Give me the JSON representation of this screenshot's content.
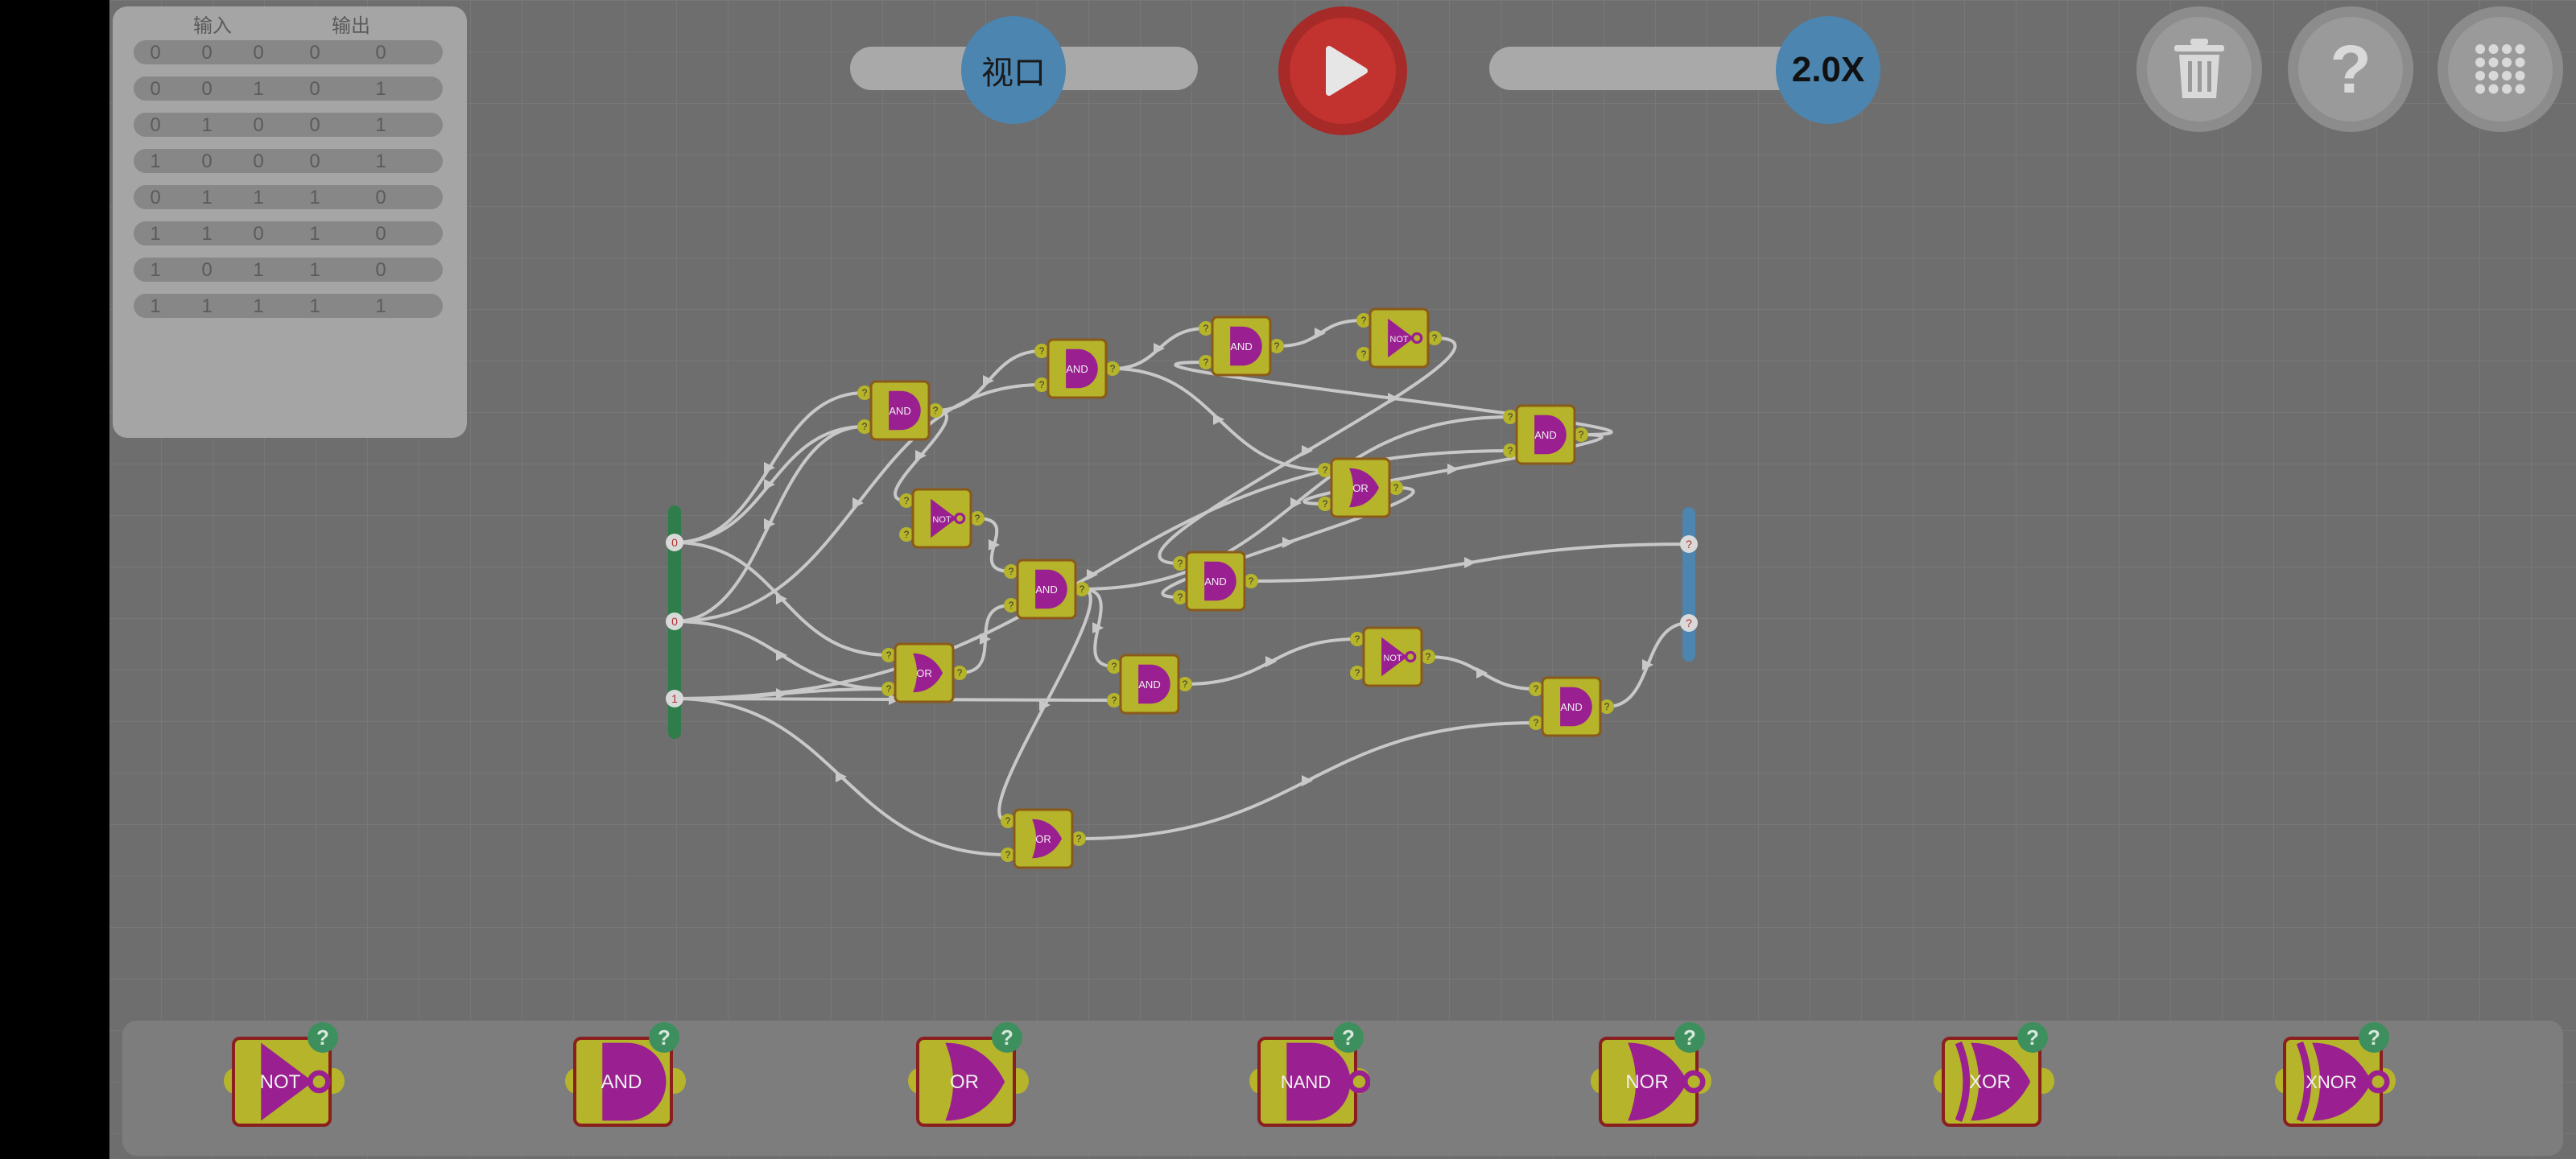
{
  "truth_table": {
    "header_input": "输入",
    "header_output": "输出",
    "rows": [
      [
        "0",
        "0",
        "0",
        "0",
        "0"
      ],
      [
        "0",
        "0",
        "1",
        "0",
        "1"
      ],
      [
        "0",
        "1",
        "0",
        "0",
        "1"
      ],
      [
        "1",
        "0",
        "0",
        "0",
        "1"
      ],
      [
        "0",
        "1",
        "1",
        "1",
        "0"
      ],
      [
        "1",
        "1",
        "0",
        "1",
        "0"
      ],
      [
        "1",
        "0",
        "1",
        "1",
        "0"
      ],
      [
        "1",
        "1",
        "1",
        "1",
        "1"
      ]
    ]
  },
  "controls": {
    "viewport_label": "视口",
    "speed_label": "2.0X",
    "play_icon": "play-icon",
    "trash_icon": "trash-icon",
    "help_icon": "help-icon",
    "menu_icon": "grid-menu-icon",
    "help_glyph": "?"
  },
  "circuit": {
    "input_pins": [
      "0",
      "0",
      "1"
    ],
    "output_pins": [
      "?",
      "?"
    ],
    "port_glyph": "?",
    "gates": [
      {
        "type": "AND",
        "label": "AND"
      },
      {
        "type": "AND",
        "label": "AND"
      },
      {
        "type": "AND",
        "label": "AND"
      },
      {
        "type": "NOT",
        "label": "NOT"
      },
      {
        "type": "NOT",
        "label": "NOT"
      },
      {
        "type": "OR",
        "label": "OR"
      },
      {
        "type": "AND",
        "label": "AND"
      },
      {
        "type": "AND",
        "label": "AND"
      },
      {
        "type": "AND",
        "label": "AND"
      },
      {
        "type": "OR",
        "label": "OR"
      },
      {
        "type": "AND",
        "label": "AND"
      },
      {
        "type": "NOT",
        "label": "NOT"
      },
      {
        "type": "AND",
        "label": "AND"
      },
      {
        "type": "OR",
        "label": "OR"
      }
    ]
  },
  "palette": {
    "gates": [
      {
        "type": "NOT",
        "label": "NOT"
      },
      {
        "type": "AND",
        "label": "AND"
      },
      {
        "type": "OR",
        "label": "OR"
      },
      {
        "type": "NAND",
        "label": "NAND"
      },
      {
        "type": "NOR",
        "label": "NOR"
      },
      {
        "type": "XOR",
        "label": "XOR"
      },
      {
        "type": "XNOR",
        "label": "XNOR"
      }
    ],
    "help_glyph": "?"
  },
  "colors": {
    "gate_body": "#b5b42a",
    "gate_symbol": "#9a1f91",
    "input_bar": "#2e7d4a",
    "output_bar": "#4b85b0",
    "play_button": "#c2322f"
  }
}
